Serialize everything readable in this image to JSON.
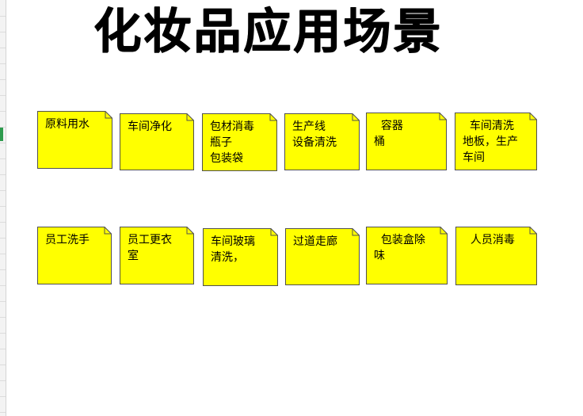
{
  "title": "化妆品应用场景",
  "colors": {
    "note_fill": "#ffff00",
    "note_border": "#505050"
  },
  "rows": [
    [
      {
        "text": "原料用水"
      },
      {
        "text": "车间净化"
      },
      {
        "text": "包材消毒\n瓶子\n包装袋"
      },
      {
        "text": "生产线\n设备清洗"
      },
      {
        "text": "  容器\n桶"
      },
      {
        "text": "  车间清洗\n地板，生产\n车间"
      }
    ],
    [
      {
        "text": "员工洗手"
      },
      {
        "text": "员工更衣\n室"
      },
      {
        "text": "车间玻璃\n清洗，"
      },
      {
        "text": "过道走廊"
      },
      {
        "text": "  包装盒除\n味"
      },
      {
        "text": "  人员消毒"
      }
    ]
  ]
}
